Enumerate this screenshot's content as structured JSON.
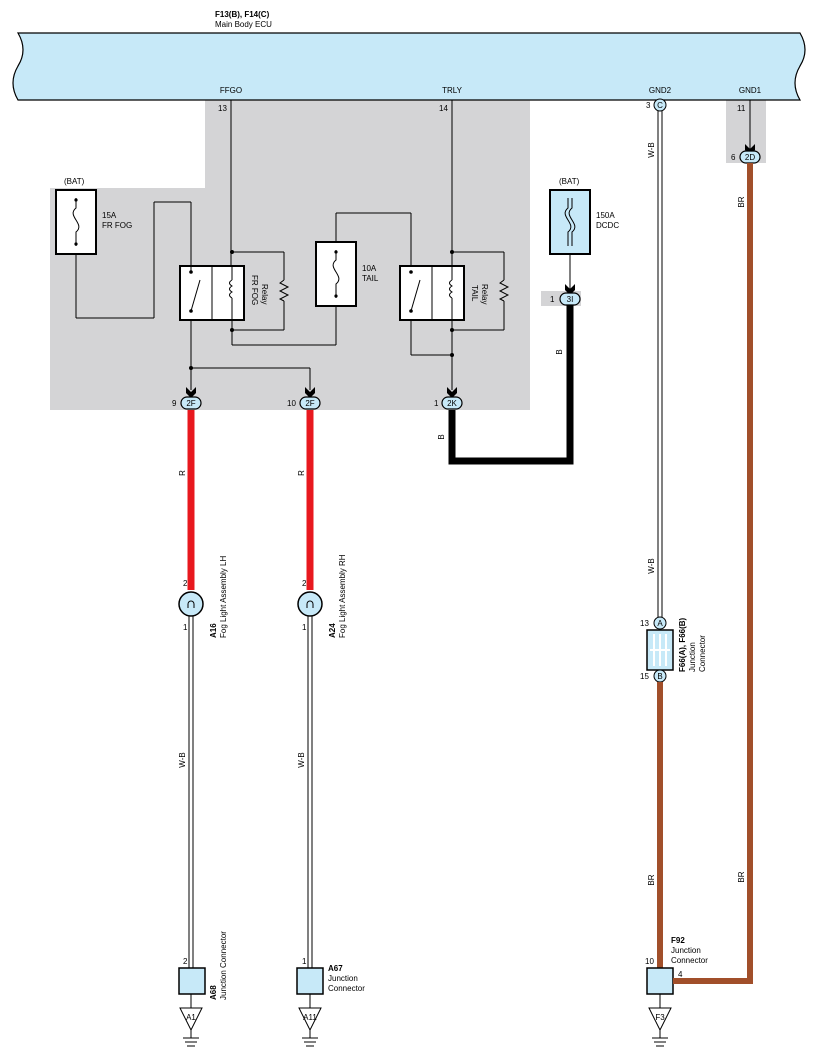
{
  "ecu": {
    "connectors": "F13(B), F14(C)",
    "name": "Main Body ECU",
    "pins": [
      {
        "name": "FFGO",
        "number": "13"
      },
      {
        "name": "TRLY",
        "number": "14"
      },
      {
        "name": "GND2",
        "number": "3",
        "connector": "C"
      },
      {
        "name": "GND1",
        "number": "11"
      }
    ]
  },
  "fuses": {
    "fr_fog": {
      "source": "(BAT)",
      "rating": "15A",
      "name": "FR FOG"
    },
    "tail": {
      "rating": "10A",
      "name": "TAIL"
    },
    "dcdc": {
      "source": "(BAT)",
      "rating": "150A",
      "name": "DCDC"
    }
  },
  "relays": {
    "fr_fog": {
      "line1": "FR FOG",
      "line2": "Relay"
    },
    "tail": {
      "line1": "TAIL",
      "line2": "Relay"
    }
  },
  "connectors": {
    "c2f_9": {
      "pin": "9",
      "id": "2F"
    },
    "c2f_10": {
      "pin": "10",
      "id": "2F"
    },
    "c2k": {
      "pin": "1",
      "id": "2K"
    },
    "c3i": {
      "pin": "1",
      "id": "3I"
    },
    "c2d": {
      "pin": "6",
      "id": "2D"
    }
  },
  "wires": {
    "red": "R",
    "black": "B",
    "white_black": "W-B",
    "brown": "BR"
  },
  "colors": {
    "ecu_fill": "#c7e9f8",
    "shade": "#d4d4d6",
    "red_wire": "#e8181e",
    "brown_wire": "#a14f2a",
    "black_wire": "#000000",
    "part_fill": "#c7e9f8"
  },
  "components": {
    "a16": {
      "code": "A16",
      "name": "Fog Light Assembly LH",
      "pin_top": "2",
      "pin_bottom": "1"
    },
    "a24": {
      "code": "A24",
      "name": "Fog Light Assembly RH",
      "pin_top": "2",
      "pin_bottom": "1"
    },
    "a68": {
      "code": "A68",
      "name": "Junction Connector",
      "pin": "2"
    },
    "a67": {
      "code": "A67",
      "name1": "Junction",
      "name2": "Connector",
      "pin": "1"
    },
    "f66": {
      "code": "F66(A), F66(B)",
      "name1": "Junction",
      "name2": "Connector",
      "pin_top": "13",
      "pin_top_id": "A",
      "pin_bottom": "15",
      "pin_bottom_id": "B"
    },
    "f92": {
      "code": "F92",
      "name1": "Junction",
      "name2": "Connector",
      "pin_left": "10",
      "pin_right": "4"
    }
  },
  "grounds": [
    "A1",
    "A11",
    "F3"
  ]
}
